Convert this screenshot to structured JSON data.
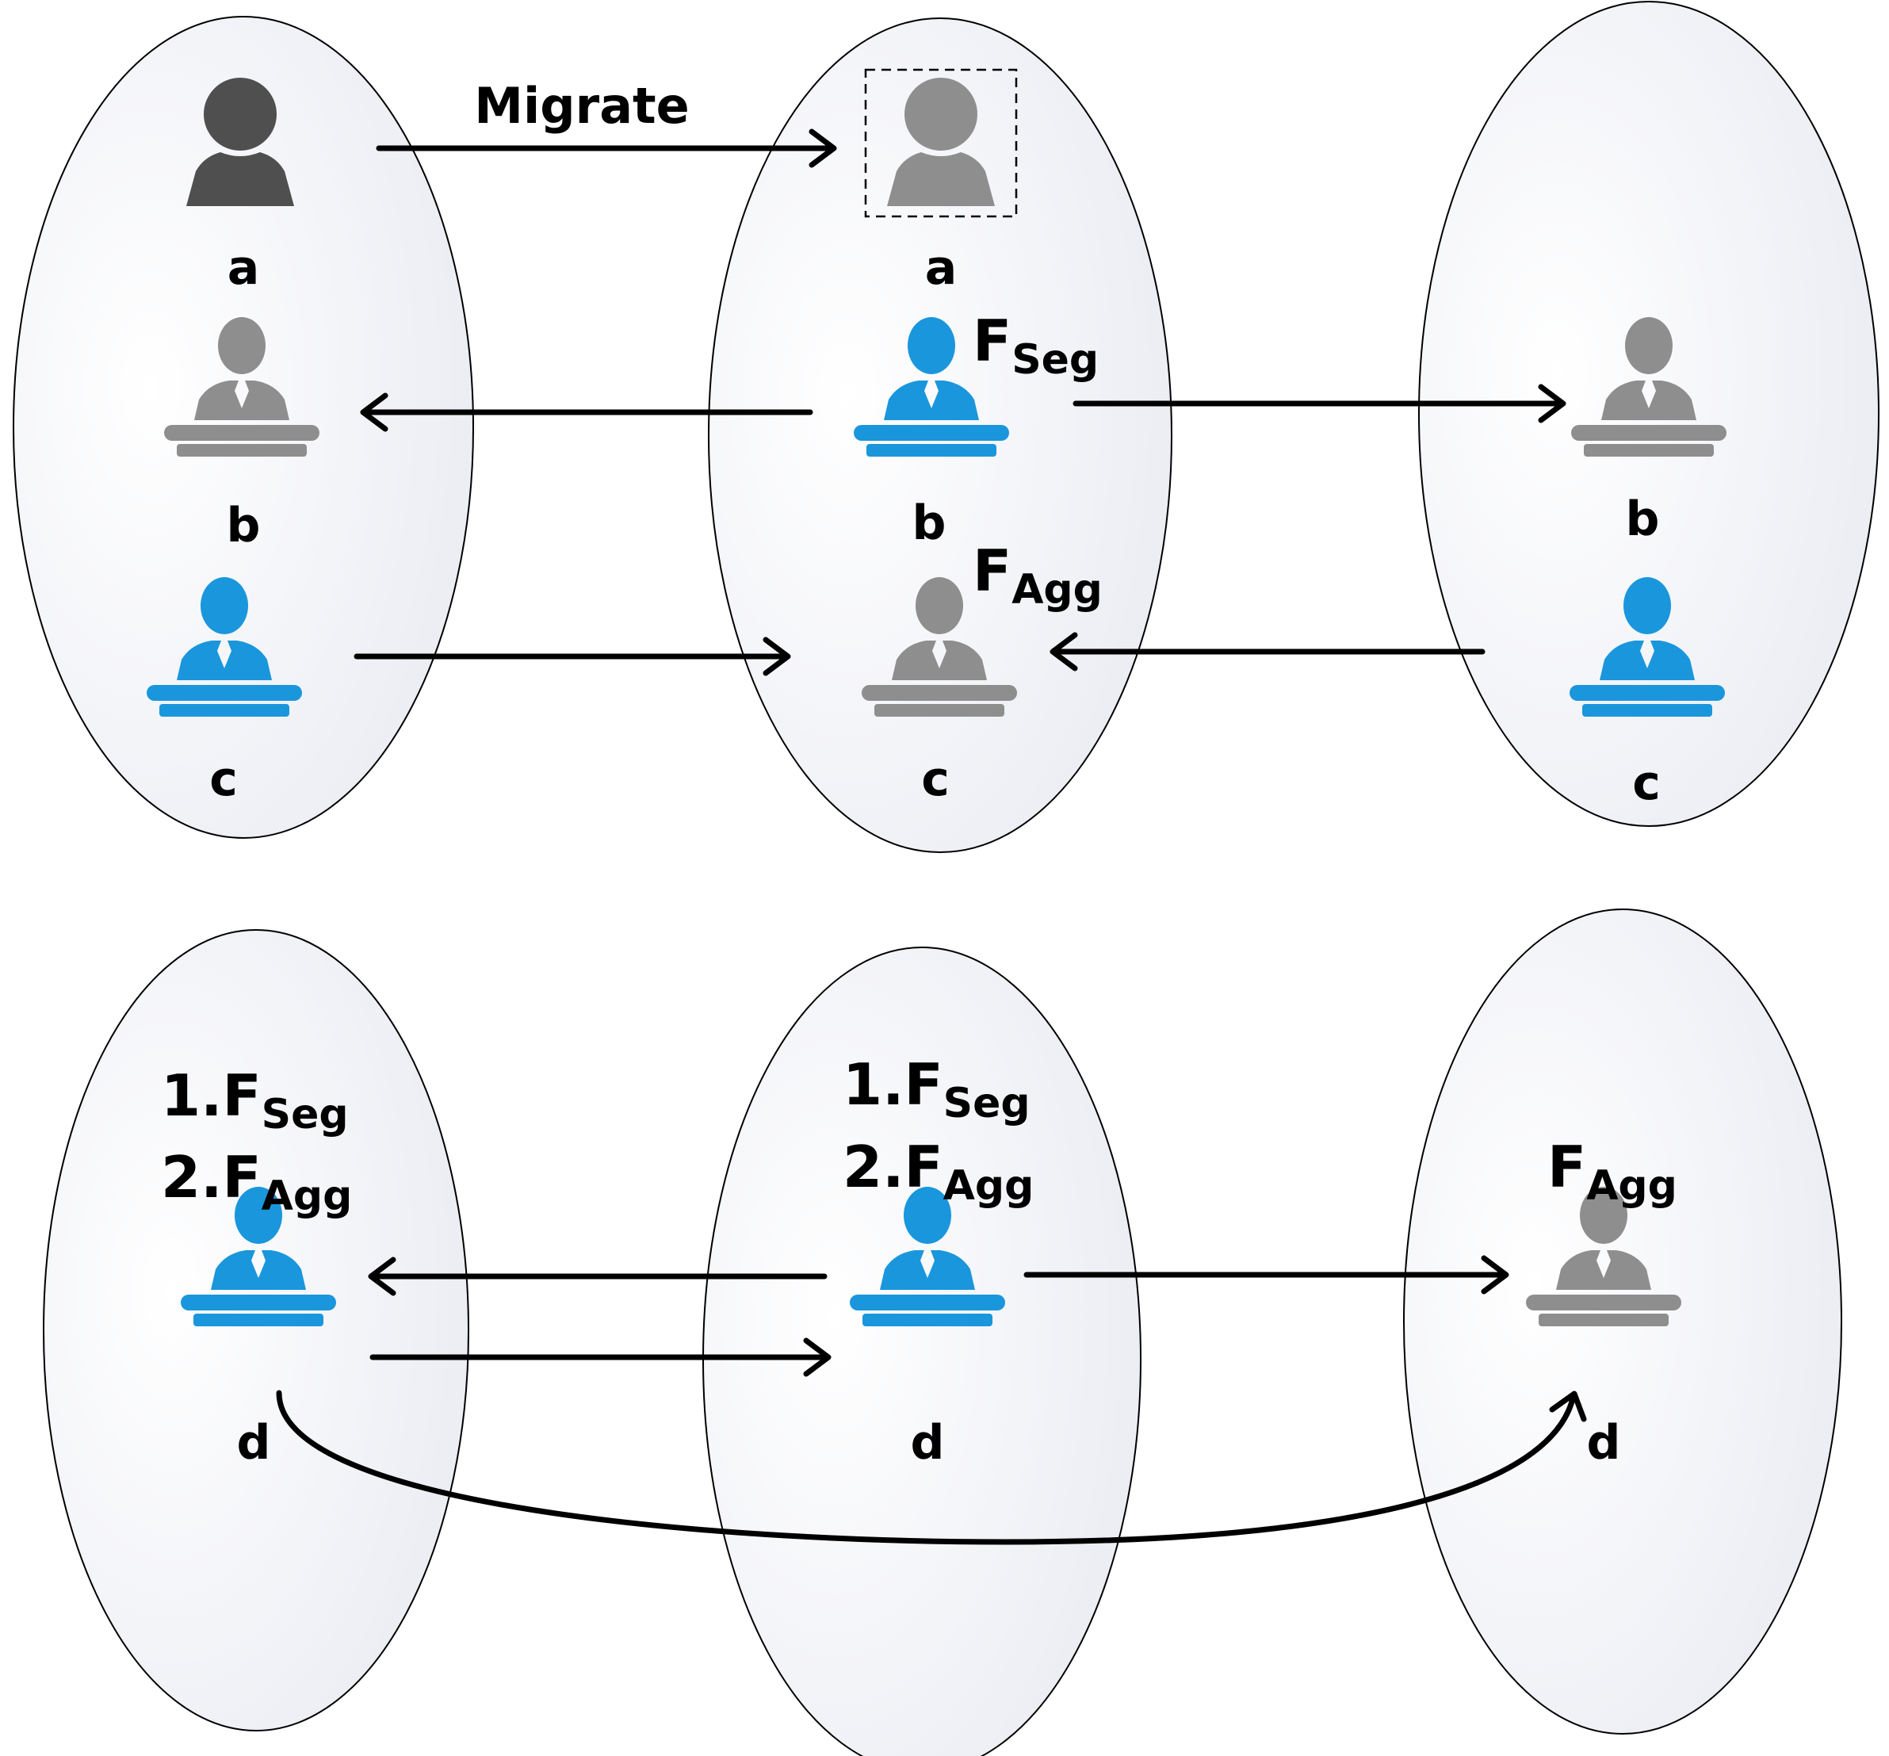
{
  "colors": {
    "active": "#1a96dc",
    "inactive": "#8e8e8e",
    "migrated_user": "#4f4f4f",
    "ellipse_light": "#ffffff",
    "ellipse_shade": "#e9ebf2",
    "stroke": "#000000"
  },
  "icons": {
    "user": "person-icon",
    "speaker": "speaker-at-podium-icon"
  },
  "top": {
    "migrate_label": "Migrate",
    "region1": {
      "a": "a",
      "b": "b",
      "c": "c"
    },
    "region2": {
      "a": "a",
      "b": "b",
      "c": "c",
      "f_seg": "F",
      "f_seg_sub": "Seg",
      "f_agg": "F",
      "f_agg_sub": "Agg"
    },
    "region3": {
      "b": "b",
      "c": "c"
    }
  },
  "bottom": {
    "region1": {
      "d": "d",
      "line1_prefix": "1.F",
      "line1_sub": "Seg",
      "line2_prefix": "2.F",
      "line2_sub": "Agg"
    },
    "region2": {
      "d": "d",
      "line1_prefix": "1.F",
      "line1_sub": "Seg",
      "line2_prefix": "2.F",
      "line2_sub": "Agg"
    },
    "region3": {
      "d": "d",
      "f_agg": "F",
      "f_agg_sub": "Agg"
    }
  }
}
